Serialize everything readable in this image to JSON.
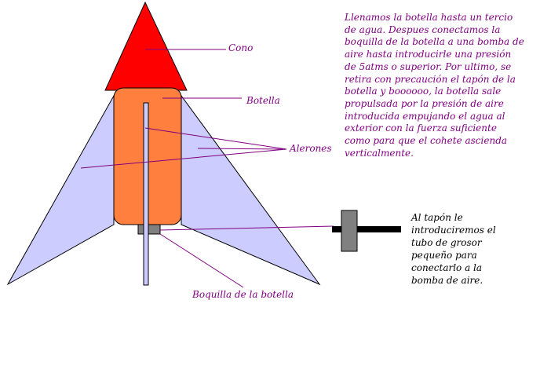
{
  "colors": {
    "cone": "#ff0000",
    "bottle": "#ff7f3f",
    "fins": "#ccccff",
    "nozzle": "#808080",
    "leader": "#800080",
    "tube": "#000000"
  },
  "labels": {
    "cone": "Cono",
    "bottle": "Botella",
    "fins": "Alerones",
    "nozzle": "Boquilla de la botella"
  },
  "description": {
    "lines": [
      "Llenamos la botella hasta un tercio",
      "de agua. Despues conectamos la",
      "boquilla de la botella a una bomba de",
      "aire hasta introducirle una presión",
      "de 5atms o superior. Por ultimo, se",
      "retira con precaución el tapón de la",
      "botella y boooooo, la botella sale",
      "propulsada por la presión de aire",
      "introducida empujando el agua al",
      "exterior con la fuerza suficiente",
      "como para que el cohete asciendа",
      "verticalmente."
    ]
  },
  "stopper_note": {
    "lines": [
      "Al tapón le",
      "introduciremos el",
      "tubo de grosor",
      "pequeño para",
      "conectarlo a la",
      "bomba de aire."
    ]
  }
}
